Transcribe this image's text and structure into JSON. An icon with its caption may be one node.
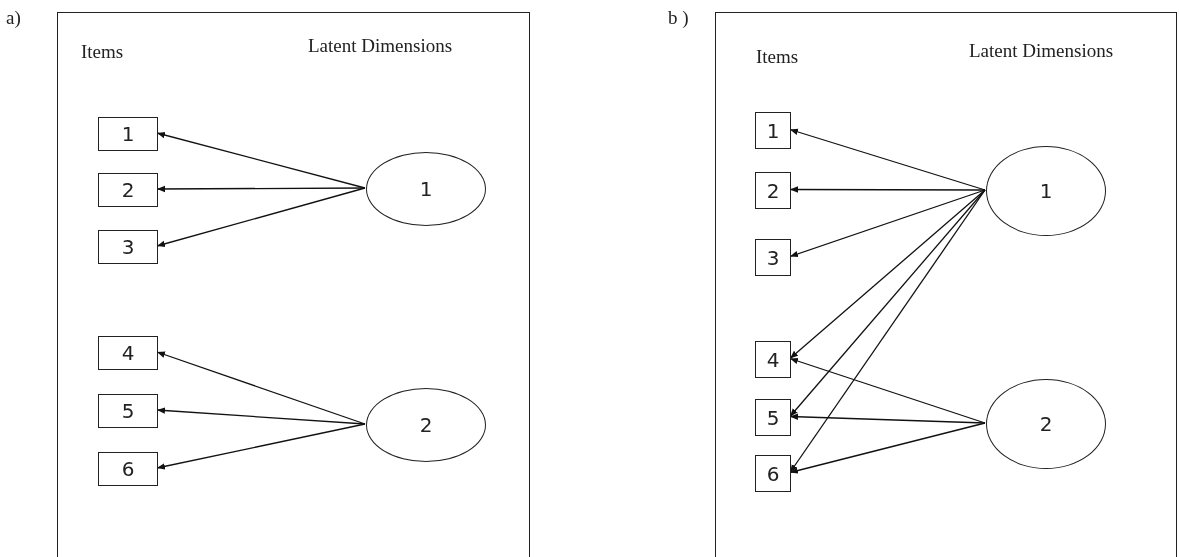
{
  "diagram": {
    "nodes": [
      {
        "text": [
          "a)",
          "Items",
          "Latent Dimensions"
        ]
      },
      {
        "text": [
          "1"
        ],
        "in": 0
      },
      {
        "text": [
          "2"
        ],
        "in": 0
      },
      {
        "text": [
          "3"
        ],
        "in": 0
      },
      {
        "text": [
          "4"
        ],
        "in": 0
      },
      {
        "text": [
          "5"
        ],
        "in": 0
      },
      {
        "text": [
          "6"
        ],
        "in": 0
      },
      {
        "text": [
          "1"
        ],
        "in": 0
      },
      {
        "text": [
          "2"
        ],
        "in": 0
      },
      {
        "text": [
          "b )",
          "Items",
          "Latent Dimensions"
        ]
      },
      {
        "text": [
          "1"
        ],
        "in": 9
      },
      {
        "text": [
          "2"
        ],
        "in": 9
      },
      {
        "text": [
          "3"
        ],
        "in": 9
      },
      {
        "text": [
          "4"
        ],
        "in": 9
      },
      {
        "text": [
          "5"
        ],
        "in": 9
      },
      {
        "text": [
          "6"
        ],
        "in": 9
      },
      {
        "text": [
          "1"
        ],
        "in": 9
      },
      {
        "text": [
          "2"
        ],
        "in": 9
      }
    ],
    "edges": [
      {
        "from": 7,
        "to": 1,
        "arrow": "to"
      },
      {
        "from": 7,
        "to": 2,
        "arrow": "to"
      },
      {
        "from": 7,
        "to": 3,
        "arrow": "to"
      },
      {
        "from": 8,
        "to": 4,
        "arrow": "to"
      },
      {
        "from": 8,
        "to": 5,
        "arrow": "to"
      },
      {
        "from": 8,
        "to": 6,
        "arrow": "to"
      },
      {
        "from": 16,
        "to": 10,
        "arrow": "to"
      },
      {
        "from": 16,
        "to": 11,
        "arrow": "to"
      },
      {
        "from": 16,
        "to": 12,
        "arrow": "to"
      },
      {
        "from": 16,
        "to": 13,
        "arrow": "to"
      },
      {
        "from": 16,
        "to": 14,
        "arrow": "to"
      },
      {
        "from": 16,
        "to": 15,
        "arrow": "to"
      },
      {
        "from": 17,
        "to": 13,
        "arrow": "to"
      },
      {
        "from": 17,
        "to": 14,
        "arrow": "to"
      },
      {
        "from": 17,
        "to": 15,
        "arrow": "to"
      }
    ]
  }
}
